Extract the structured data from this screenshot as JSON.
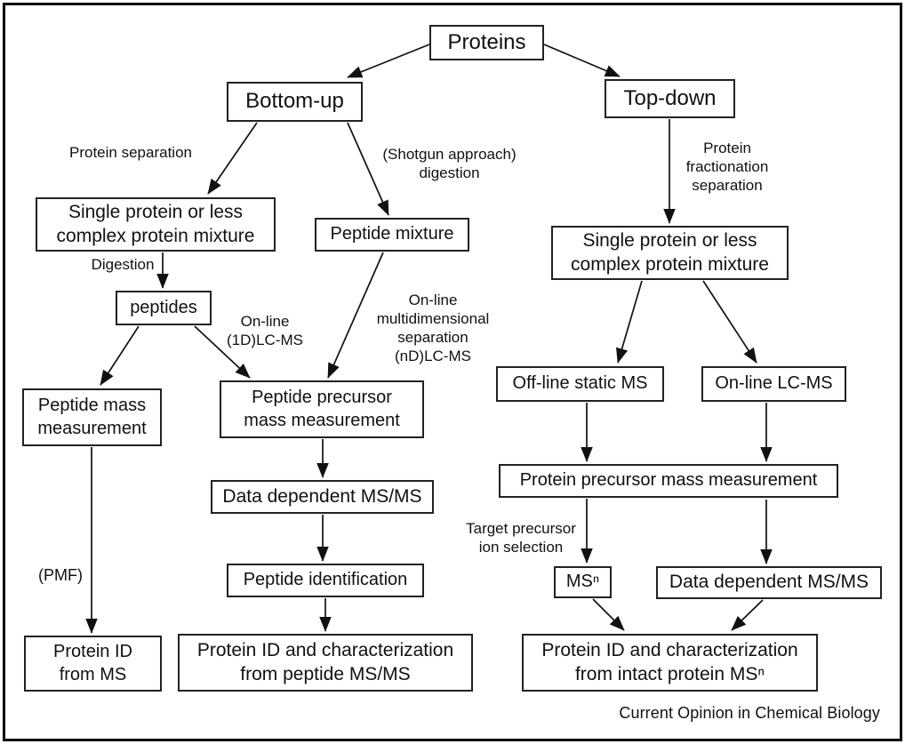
{
  "nodes": {
    "proteins": {
      "label": "Proteins"
    },
    "bottom_up": {
      "label": "Bottom-up"
    },
    "top_down": {
      "label": "Top-down"
    },
    "single_protein_left": {
      "label": "Single protein or less\ncomplex protein mixture"
    },
    "peptide_mixture": {
      "label": "Peptide mixture"
    },
    "peptides": {
      "label": "peptides"
    },
    "peptide_mass_measurement": {
      "label": "Peptide mass\nmeasurement"
    },
    "peptide_precursor_mass_measurement": {
      "label": "Peptide precursor\nmass measurement"
    },
    "data_dependent_msms_mid": {
      "label": "Data dependent MS/MS"
    },
    "peptide_identification": {
      "label": "Peptide identification"
    },
    "protein_id_from_ms": {
      "label": "Protein ID\nfrom MS"
    },
    "protein_id_from_peptide_msms": {
      "label": "Protein ID and characterization\nfrom peptide MS/MS"
    },
    "single_protein_right": {
      "label": "Single protein or less\ncomplex protein mixture"
    },
    "offline_static_ms": {
      "label": "Off-line static MS"
    },
    "online_lcms": {
      "label": "On-line LC-MS"
    },
    "protein_precursor_mass_measurement": {
      "label": "Protein precursor mass measurement"
    },
    "msn": {
      "label": "MSⁿ"
    },
    "data_dependent_msms_right": {
      "label": "Data dependent MS/MS"
    },
    "protein_id_from_intact_protein": {
      "label": "Protein ID and characterization\nfrom  intact protein MSⁿ"
    }
  },
  "edge_labels": {
    "protein_separation": "Protein separation",
    "shotgun_digestion": "(Shotgun approach)\ndigestion",
    "digestion": "Digestion",
    "online_1d_lcms": "On-line\n(1D)LC-MS",
    "online_nd_lcms": "On-line\nmultidimensional\nseparation\n(nD)LC-MS",
    "protein_fractionation": "Protein\nfractionation\nseparation",
    "pmf": "(PMF)",
    "target_precursor_ion_selection": "Target precursor\nion selection"
  },
  "footer": {
    "credit": "Current Opinion in Chemical Biology"
  },
  "colors": {
    "ink": "#111111",
    "background": "#ffffff",
    "box_border": "#222222"
  }
}
